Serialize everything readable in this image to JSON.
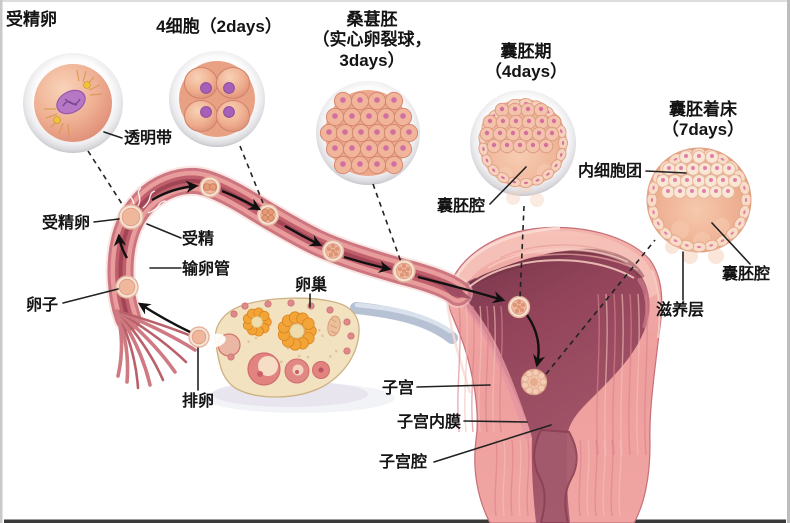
{
  "figure": {
    "stage_labels": [
      {
        "id": "stage-fertilized-egg",
        "text": "受精卵"
      },
      {
        "id": "stage-4cell",
        "text": "4细胞（2days）"
      },
      {
        "id": "stage-morula",
        "text": "桑葚胚\n（实心卵裂球，\n3days）"
      },
      {
        "id": "stage-blastocyst",
        "text": "囊胚期\n（4days）"
      },
      {
        "id": "stage-implantation",
        "text": "囊胚着床\n（7days）"
      }
    ],
    "part_labels": [
      {
        "id": "zona-pellucida",
        "text": "透明带"
      },
      {
        "id": "fertilized-egg-in-tube",
        "text": "受精卵"
      },
      {
        "id": "fertilization",
        "text": "受精"
      },
      {
        "id": "fallopian-tube",
        "text": "输卵管"
      },
      {
        "id": "egg",
        "text": "卵子"
      },
      {
        "id": "ovulation",
        "text": "排卵"
      },
      {
        "id": "ovary",
        "text": "卵巢"
      },
      {
        "id": "blastocoel-left",
        "text": "囊胚腔"
      },
      {
        "id": "inner-cell-mass",
        "text": "内细胞团"
      },
      {
        "id": "blastocoel-right",
        "text": "囊胚腔"
      },
      {
        "id": "trophoblast",
        "text": "滋养层"
      },
      {
        "id": "uterus",
        "text": "子宫"
      },
      {
        "id": "endometrium",
        "text": "子宫内膜"
      },
      {
        "id": "uterine-cavity",
        "text": "子宫腔"
      }
    ],
    "colors": {
      "tissue_pink": "#e89c9b",
      "tube_core": "#b85f6c",
      "uterine_cavity": "#8e4055",
      "ovary_cream": "#f2e2bf",
      "corpus_luteum_orange": "#f2a437",
      "cell_peach": "#f1b59b",
      "nucleus_purple": "#a75fb8",
      "ligament_blue": "#b6c2d4",
      "label_text": "#141414"
    }
  }
}
